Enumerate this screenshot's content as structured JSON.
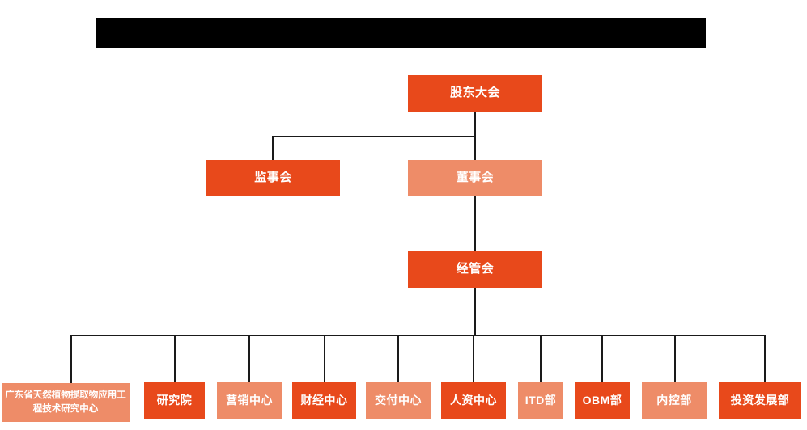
{
  "document": {
    "title_bar": {
      "text": "",
      "redacted": true,
      "color": "#000000"
    },
    "background_color": "#ffffff"
  },
  "palette": {
    "dark_orange": "#E8491B",
    "light_orange": "#EE8C68",
    "line_color": "#1a1a1a",
    "text_color": "#ffffff"
  },
  "chart_data": {
    "type": "diagram",
    "diagram_kind": "organizational-chart",
    "title": "",
    "levels": [
      {
        "level": 1,
        "nodes": [
          {
            "id": "shareholders",
            "label": "股东大会",
            "shade": "dark"
          }
        ]
      },
      {
        "level": 2,
        "nodes": [
          {
            "id": "supervisors",
            "label": "监事会",
            "shade": "dark"
          },
          {
            "id": "directors",
            "label": "董事会",
            "shade": "light"
          }
        ]
      },
      {
        "level": 3,
        "nodes": [
          {
            "id": "management",
            "label": "经管会",
            "shade": "dark"
          }
        ]
      },
      {
        "level": 4,
        "nodes": [
          {
            "id": "eng-center",
            "label": "广东省天然植物提取物应用工程技术研究中心",
            "shade": "light"
          },
          {
            "id": "research-institute",
            "label": "研究院",
            "shade": "dark"
          },
          {
            "id": "marketing-center",
            "label": "营销中心",
            "shade": "light"
          },
          {
            "id": "finance-center",
            "label": "财经中心",
            "shade": "dark"
          },
          {
            "id": "delivery-center",
            "label": "交付中心",
            "shade": "light"
          },
          {
            "id": "hr-center",
            "label": "人资中心",
            "shade": "dark"
          },
          {
            "id": "itd-dept",
            "label": "ITD部",
            "shade": "light"
          },
          {
            "id": "obm-dept",
            "label": "OBM部",
            "shade": "dark"
          },
          {
            "id": "internal-control-dept",
            "label": "内控部",
            "shade": "light"
          },
          {
            "id": "investment-dev-dept",
            "label": "投资发展部",
            "shade": "dark"
          }
        ]
      }
    ],
    "edges": [
      {
        "from": "shareholders",
        "to": "supervisors"
      },
      {
        "from": "shareholders",
        "to": "directors"
      },
      {
        "from": "directors",
        "to": "management"
      },
      {
        "from": "management",
        "to": "eng-center"
      },
      {
        "from": "management",
        "to": "research-institute"
      },
      {
        "from": "management",
        "to": "marketing-center"
      },
      {
        "from": "management",
        "to": "finance-center"
      },
      {
        "from": "management",
        "to": "delivery-center"
      },
      {
        "from": "management",
        "to": "hr-center"
      },
      {
        "from": "management",
        "to": "itd-dept"
      },
      {
        "from": "management",
        "to": "obm-dept"
      },
      {
        "from": "management",
        "to": "internal-control-dept"
      },
      {
        "from": "management",
        "to": "investment-dev-dept"
      }
    ]
  }
}
